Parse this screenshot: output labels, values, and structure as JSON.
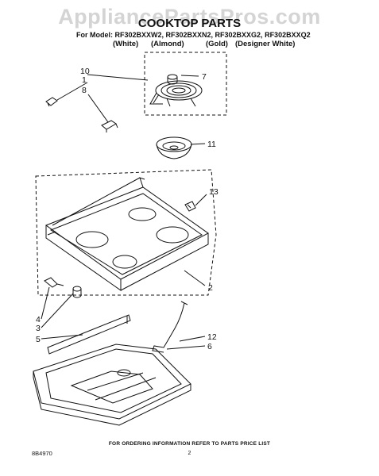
{
  "watermark": "AppliancePartsPros.com",
  "title": "COOKTOP PARTS",
  "models": "For Model: RF302BXXW2, RF302BXXN2, RF302BXXG2, RF302BXXQ2",
  "colors": [
    "(White)",
    "(Almond)",
    "(Gold)",
    "(Designer White)"
  ],
  "callouts": {
    "c1": "1",
    "c2": "2",
    "c3": "3",
    "c4": "4",
    "c5": "5",
    "c6": "6",
    "c7": "7",
    "c8": "8",
    "c10": "10",
    "c11": "11",
    "c12": "12",
    "c13": "13"
  },
  "footer": "FOR ORDERING INFORMATION REFER TO PARTS PRICE LIST",
  "page_number": "2",
  "doc_number": "8B4970"
}
